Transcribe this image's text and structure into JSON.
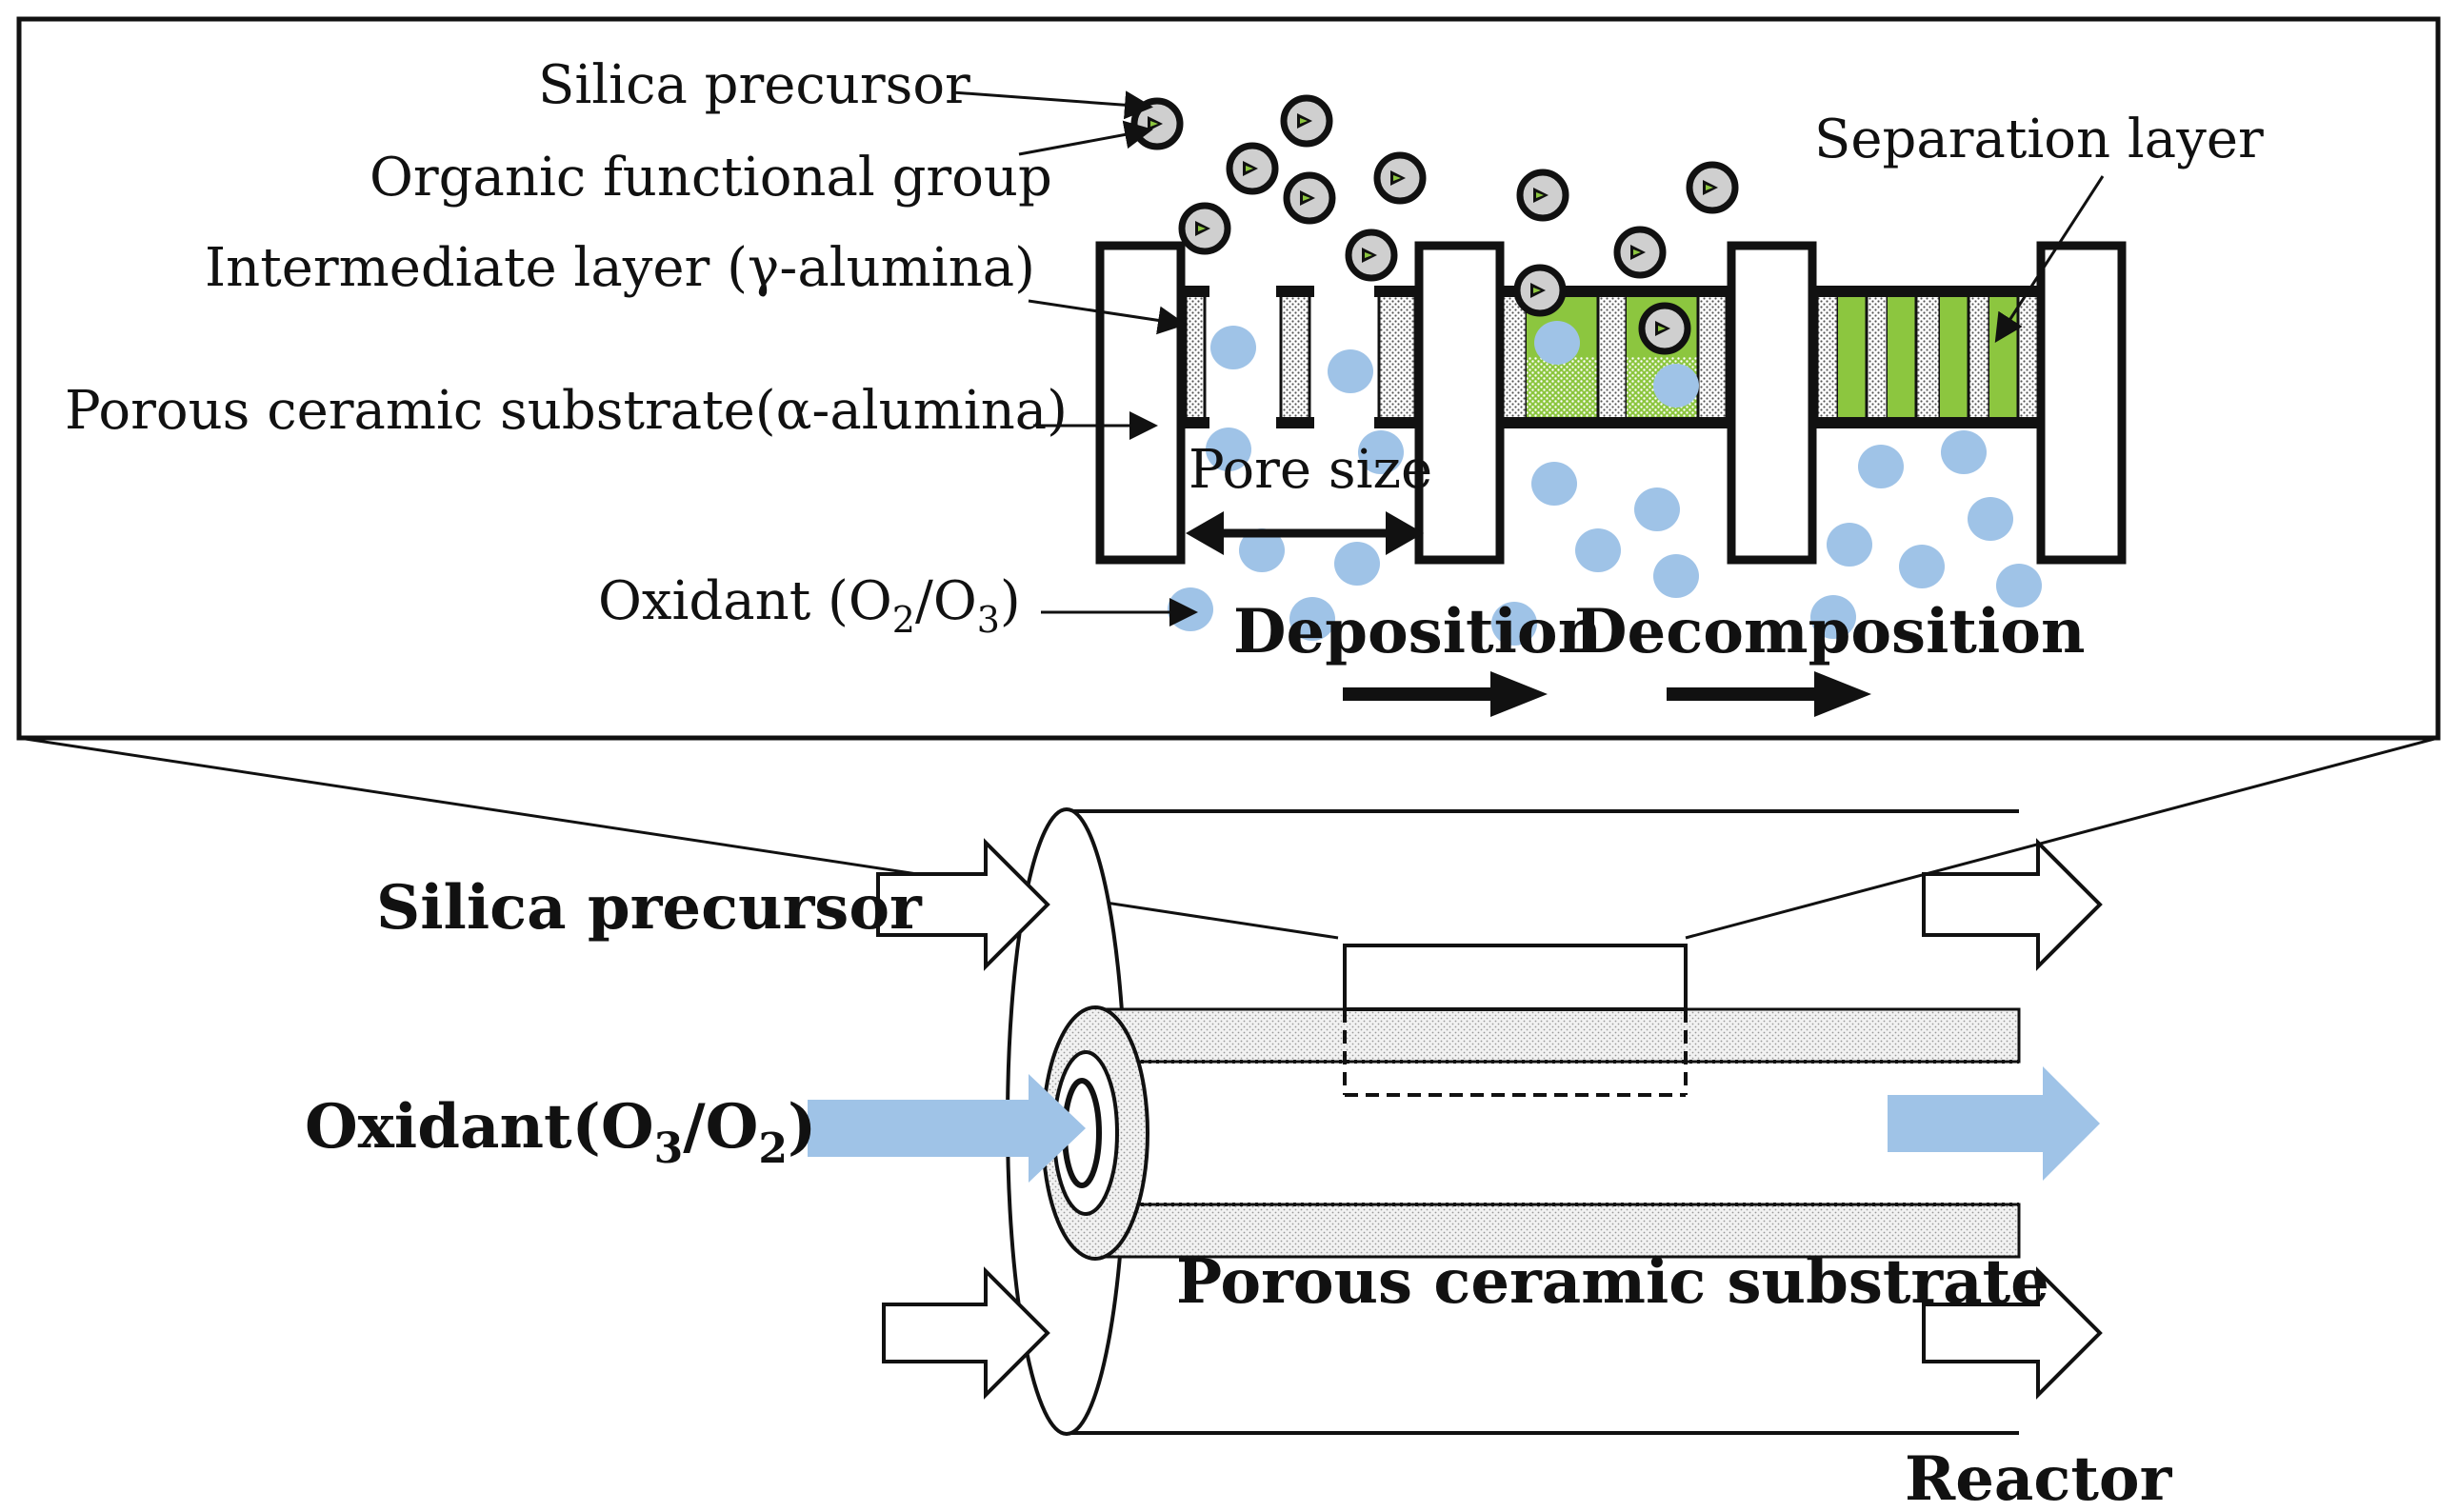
{
  "labels": {
    "silica_precursor_top": "Silica precursor",
    "organic_group": "Organic functional group",
    "intermediate_layer": "Intermediate layer  (γ-alumina)",
    "porous_substrate_alpha": "Porous ceramic substrate(α-alumina)",
    "oxidant_top_prefix": "Oxidant (O",
    "oxidant_top_sub1": "2",
    "oxidant_top_mid": "/O",
    "oxidant_top_sub2": "3",
    "oxidant_top_suffix": ")",
    "pore_size": "Pore size",
    "separation_layer": "Separation layer",
    "deposition": "Deposition",
    "decomposition": "Decomposition",
    "silica_precursor_bottom": "Silica precursor",
    "oxidant_bottom_prefix": "Oxidant(O",
    "oxidant_bottom_sub1": "3",
    "oxidant_bottom_mid": "/O",
    "oxidant_bottom_sub2": "2",
    "oxidant_bottom_suffix": ")",
    "porous_substrate_bottom": "Porous ceramic substrate",
    "reactor": "Reactor"
  },
  "colors": {
    "oxidant_blue": "#9fc3e7",
    "separation_green": "#8cc63f",
    "outline": "#111111",
    "precursor_fill": "#cfcfcf"
  }
}
